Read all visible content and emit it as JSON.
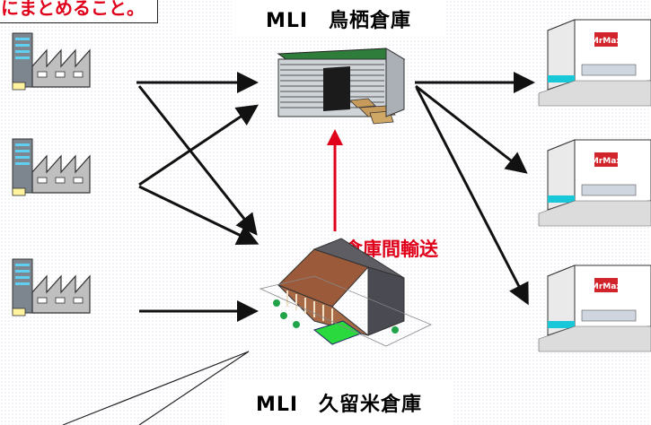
{
  "callout_top": {
    "text": "にまとめること。"
  },
  "warehouses": {
    "tosu": {
      "label": "MLI　鳥栖倉庫"
    },
    "kurume": {
      "label": "MLI　久留米倉庫"
    }
  },
  "transfer": {
    "label": "倉庫間輸送",
    "color": "#e0001a"
  },
  "stores": [
    {
      "sign": "MrMax"
    },
    {
      "sign": "MrMax"
    },
    {
      "sign": "MrMax"
    }
  ],
  "colors": {
    "arrow": "#111111",
    "transfer_arrow": "#e0001a",
    "store_accent": "#19c8d8",
    "sign": "#d1242b"
  }
}
